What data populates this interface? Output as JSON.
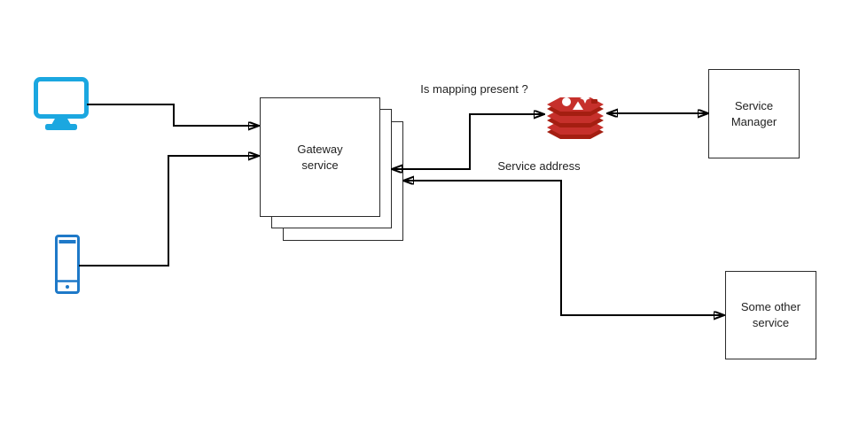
{
  "diagram": {
    "nodes": {
      "gateway_service": {
        "line1": "Gateway",
        "line2": "service"
      },
      "service_manager": {
        "line1": "Service",
        "line2": "Manager"
      },
      "some_other_service": {
        "line1": "Some other",
        "line2": "service"
      }
    },
    "edge_labels": {
      "is_mapping_present": "Is mapping present ?",
      "service_address": "Service address"
    },
    "icons": {
      "desktop_client": "desktop-monitor-icon",
      "mobile_client": "smartphone-icon",
      "redis_store": "redis-icon"
    },
    "colors": {
      "monitor_blue": "#1BA7E0",
      "phone_blue": "#1E79C8",
      "redis_red": "#C6302B",
      "redis_dark_red": "#A41E11",
      "wire_black": "#000000",
      "box_border": "#2b2b2b",
      "background": "#ffffff"
    }
  }
}
